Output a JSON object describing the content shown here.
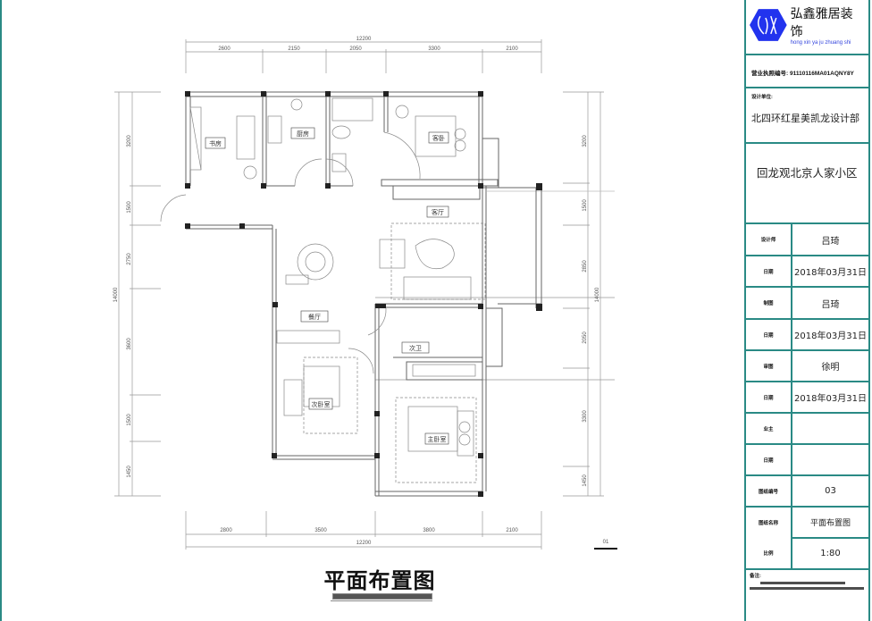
{
  "drawing": {
    "title": "平面布置图",
    "scale_mark": "01",
    "top_dims": {
      "total": "12200",
      "segments": [
        "2600",
        "2150",
        "2050",
        "3300",
        "2100"
      ]
    },
    "bottom_dims": {
      "total": "12200",
      "segments": [
        "2800",
        "3500",
        "3800",
        "2100"
      ]
    },
    "left_dims": {
      "total": "14000",
      "segments": [
        "3200",
        "1500",
        "2750",
        "3600",
        "1500",
        "1450"
      ]
    },
    "right_dims": {
      "total": "14000",
      "segments": [
        "3200",
        "1500",
        "2850",
        "2050",
        "3300",
        "1450"
      ]
    },
    "rooms": {
      "study": "书房",
      "kitchen": "厨房",
      "guest_bedroom": "客卧",
      "living_room": "客厅",
      "dining_room": "餐厅",
      "secondary_bath": "次卫",
      "secondary_bedroom": "次卧室",
      "master_bedroom": "主卧室"
    }
  },
  "title_block": {
    "brand_name": "弘鑫雅居装饰",
    "brand_pinyin": "hong xin ya ju zhuang shi",
    "license_label": "营业执照编号:",
    "license_number": "91110116MA01AQNY8Y",
    "design_unit_label": "设计单位:",
    "design_unit": "北四环红星美凯龙设计部",
    "project": "回龙观北京人家小区",
    "rows": [
      {
        "label": "设计师",
        "value": "吕琦"
      },
      {
        "label": "日期",
        "value": "2018年03月31日"
      },
      {
        "label": "制图",
        "value": "吕琦"
      },
      {
        "label": "日期",
        "value": "2018年03月31日"
      },
      {
        "label": "审图",
        "value": "徐明"
      },
      {
        "label": "日期",
        "value": "2018年03月31日"
      },
      {
        "label": "业主",
        "value": ""
      },
      {
        "label": "日期",
        "value": ""
      },
      {
        "label": "图纸编号",
        "value": "03"
      }
    ],
    "drawing_name_label": "图纸名称",
    "drawing_name": "平面布置图",
    "scale_label": "比例",
    "scale": "1:80",
    "notes_label": "备注:"
  },
  "colors": {
    "frame": "#2a8a85",
    "brand": "#3344dd"
  }
}
